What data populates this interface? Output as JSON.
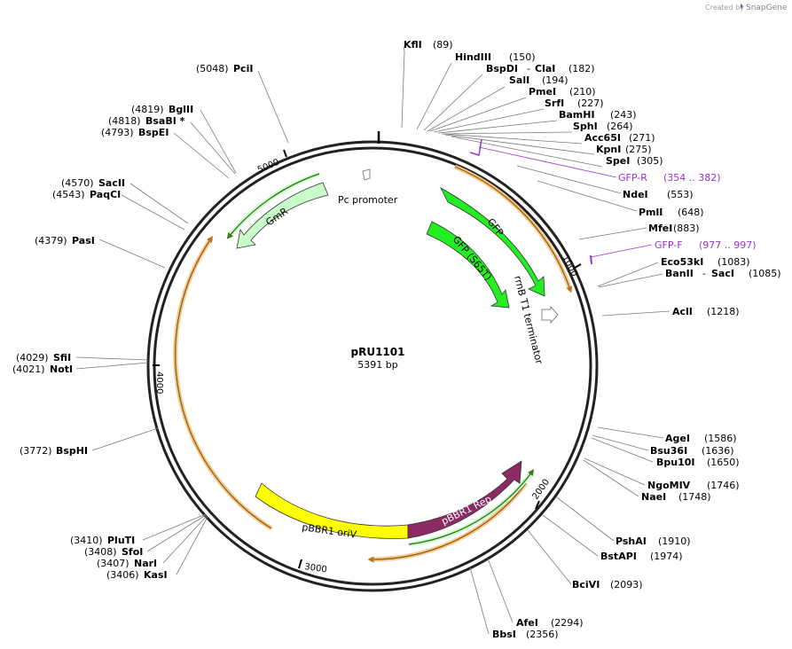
{
  "header": {
    "created_by": "Created by",
    "brand": "SnapGene",
    "brand_color": "#5a6ea3"
  },
  "plasmid": {
    "name": "pRU1101",
    "size_label": "5391 bp"
  },
  "position_ticks": [
    "1000",
    "2000",
    "3000",
    "4000",
    "5000"
  ],
  "features": {
    "pc_promoter": "Pc promoter",
    "gmr": "GmR",
    "gfp": "GFP",
    "gfp_s65t": "GFP (S65T)",
    "rrnb_t1": "rrnB T1 terminator",
    "pbbr1_rep": "pBBR1 Rep",
    "pbbr1_oriv": "pBBR1 oriV"
  },
  "feature_colors": {
    "gfp": "#22ee22",
    "gmr": "#c8fcc8",
    "pbbr1_rep": "#8b2a63",
    "pbbr1_oriv": "#ffff00",
    "orf": "#f5b54a",
    "primer": "#9b30d9"
  },
  "enzymes_right": [
    {
      "name": "KflI",
      "pos": "(89)"
    },
    {
      "name": "HindIII",
      "pos": "(150)"
    },
    {
      "name": "BspDI",
      "name2": "ClaI",
      "pos": "(182)"
    },
    {
      "name": "SalI",
      "pos": "(194)"
    },
    {
      "name": "PmeI",
      "pos": "(210)"
    },
    {
      "name": "SrfI",
      "pos": "(227)"
    },
    {
      "name": "BamHI",
      "pos": "(243)"
    },
    {
      "name": "SphI",
      "pos": "(264)"
    },
    {
      "name": "Acc65I",
      "pos": "(271)"
    },
    {
      "name": "KpnI",
      "pos": "(275)"
    },
    {
      "name": "SpeI",
      "pos": "(305)"
    },
    {
      "name": "NdeI",
      "pos": "(553)"
    },
    {
      "name": "PmlI",
      "pos": "(648)"
    },
    {
      "name": "MfeI",
      "pos": "(883)"
    },
    {
      "name": "Eco53kI",
      "pos": "(1083)"
    },
    {
      "name": "BanII",
      "name2": "SacI",
      "pos": "(1085)"
    },
    {
      "name": "AclI",
      "pos": "(1218)"
    },
    {
      "name": "AgeI",
      "pos": "(1586)"
    },
    {
      "name": "Bsu36I",
      "pos": "(1636)"
    },
    {
      "name": "Bpu10I",
      "pos": "(1650)"
    },
    {
      "name": "NgoMIV",
      "pos": "(1746)"
    },
    {
      "name": "NaeI",
      "pos": "(1748)"
    },
    {
      "name": "PshAI",
      "pos": "(1910)"
    },
    {
      "name": "BstAPI",
      "pos": "(1974)"
    },
    {
      "name": "BciVI",
      "pos": "(2093)"
    },
    {
      "name": "AfeI",
      "pos": "(2294)"
    },
    {
      "name": "BbsI",
      "pos": "(2356)"
    }
  ],
  "enzymes_left": [
    {
      "name": "PciI",
      "pos": "(5048)"
    },
    {
      "name": "BglII",
      "pos": "(4819)"
    },
    {
      "name": "BsaBI *",
      "pos": "(4818)"
    },
    {
      "name": "BspEI",
      "pos": "(4793)"
    },
    {
      "name": "SacII",
      "pos": "(4570)"
    },
    {
      "name": "PaqCI",
      "pos": "(4543)"
    },
    {
      "name": "PasI",
      "pos": "(4379)"
    },
    {
      "name": "SfiI",
      "pos": "(4029)"
    },
    {
      "name": "NotI",
      "pos": "(4021)"
    },
    {
      "name": "BspHI",
      "pos": "(3772)"
    },
    {
      "name": "PluTI",
      "pos": "(3410)"
    },
    {
      "name": "SfoI",
      "pos": "(3408)"
    },
    {
      "name": "NarI",
      "pos": "(3407)"
    },
    {
      "name": "KasI",
      "pos": "(3406)"
    }
  ],
  "primers": [
    {
      "name": "GFP-R",
      "pos": "(354 .. 382)"
    },
    {
      "name": "GFP-F",
      "pos": "(977 .. 997)"
    }
  ]
}
